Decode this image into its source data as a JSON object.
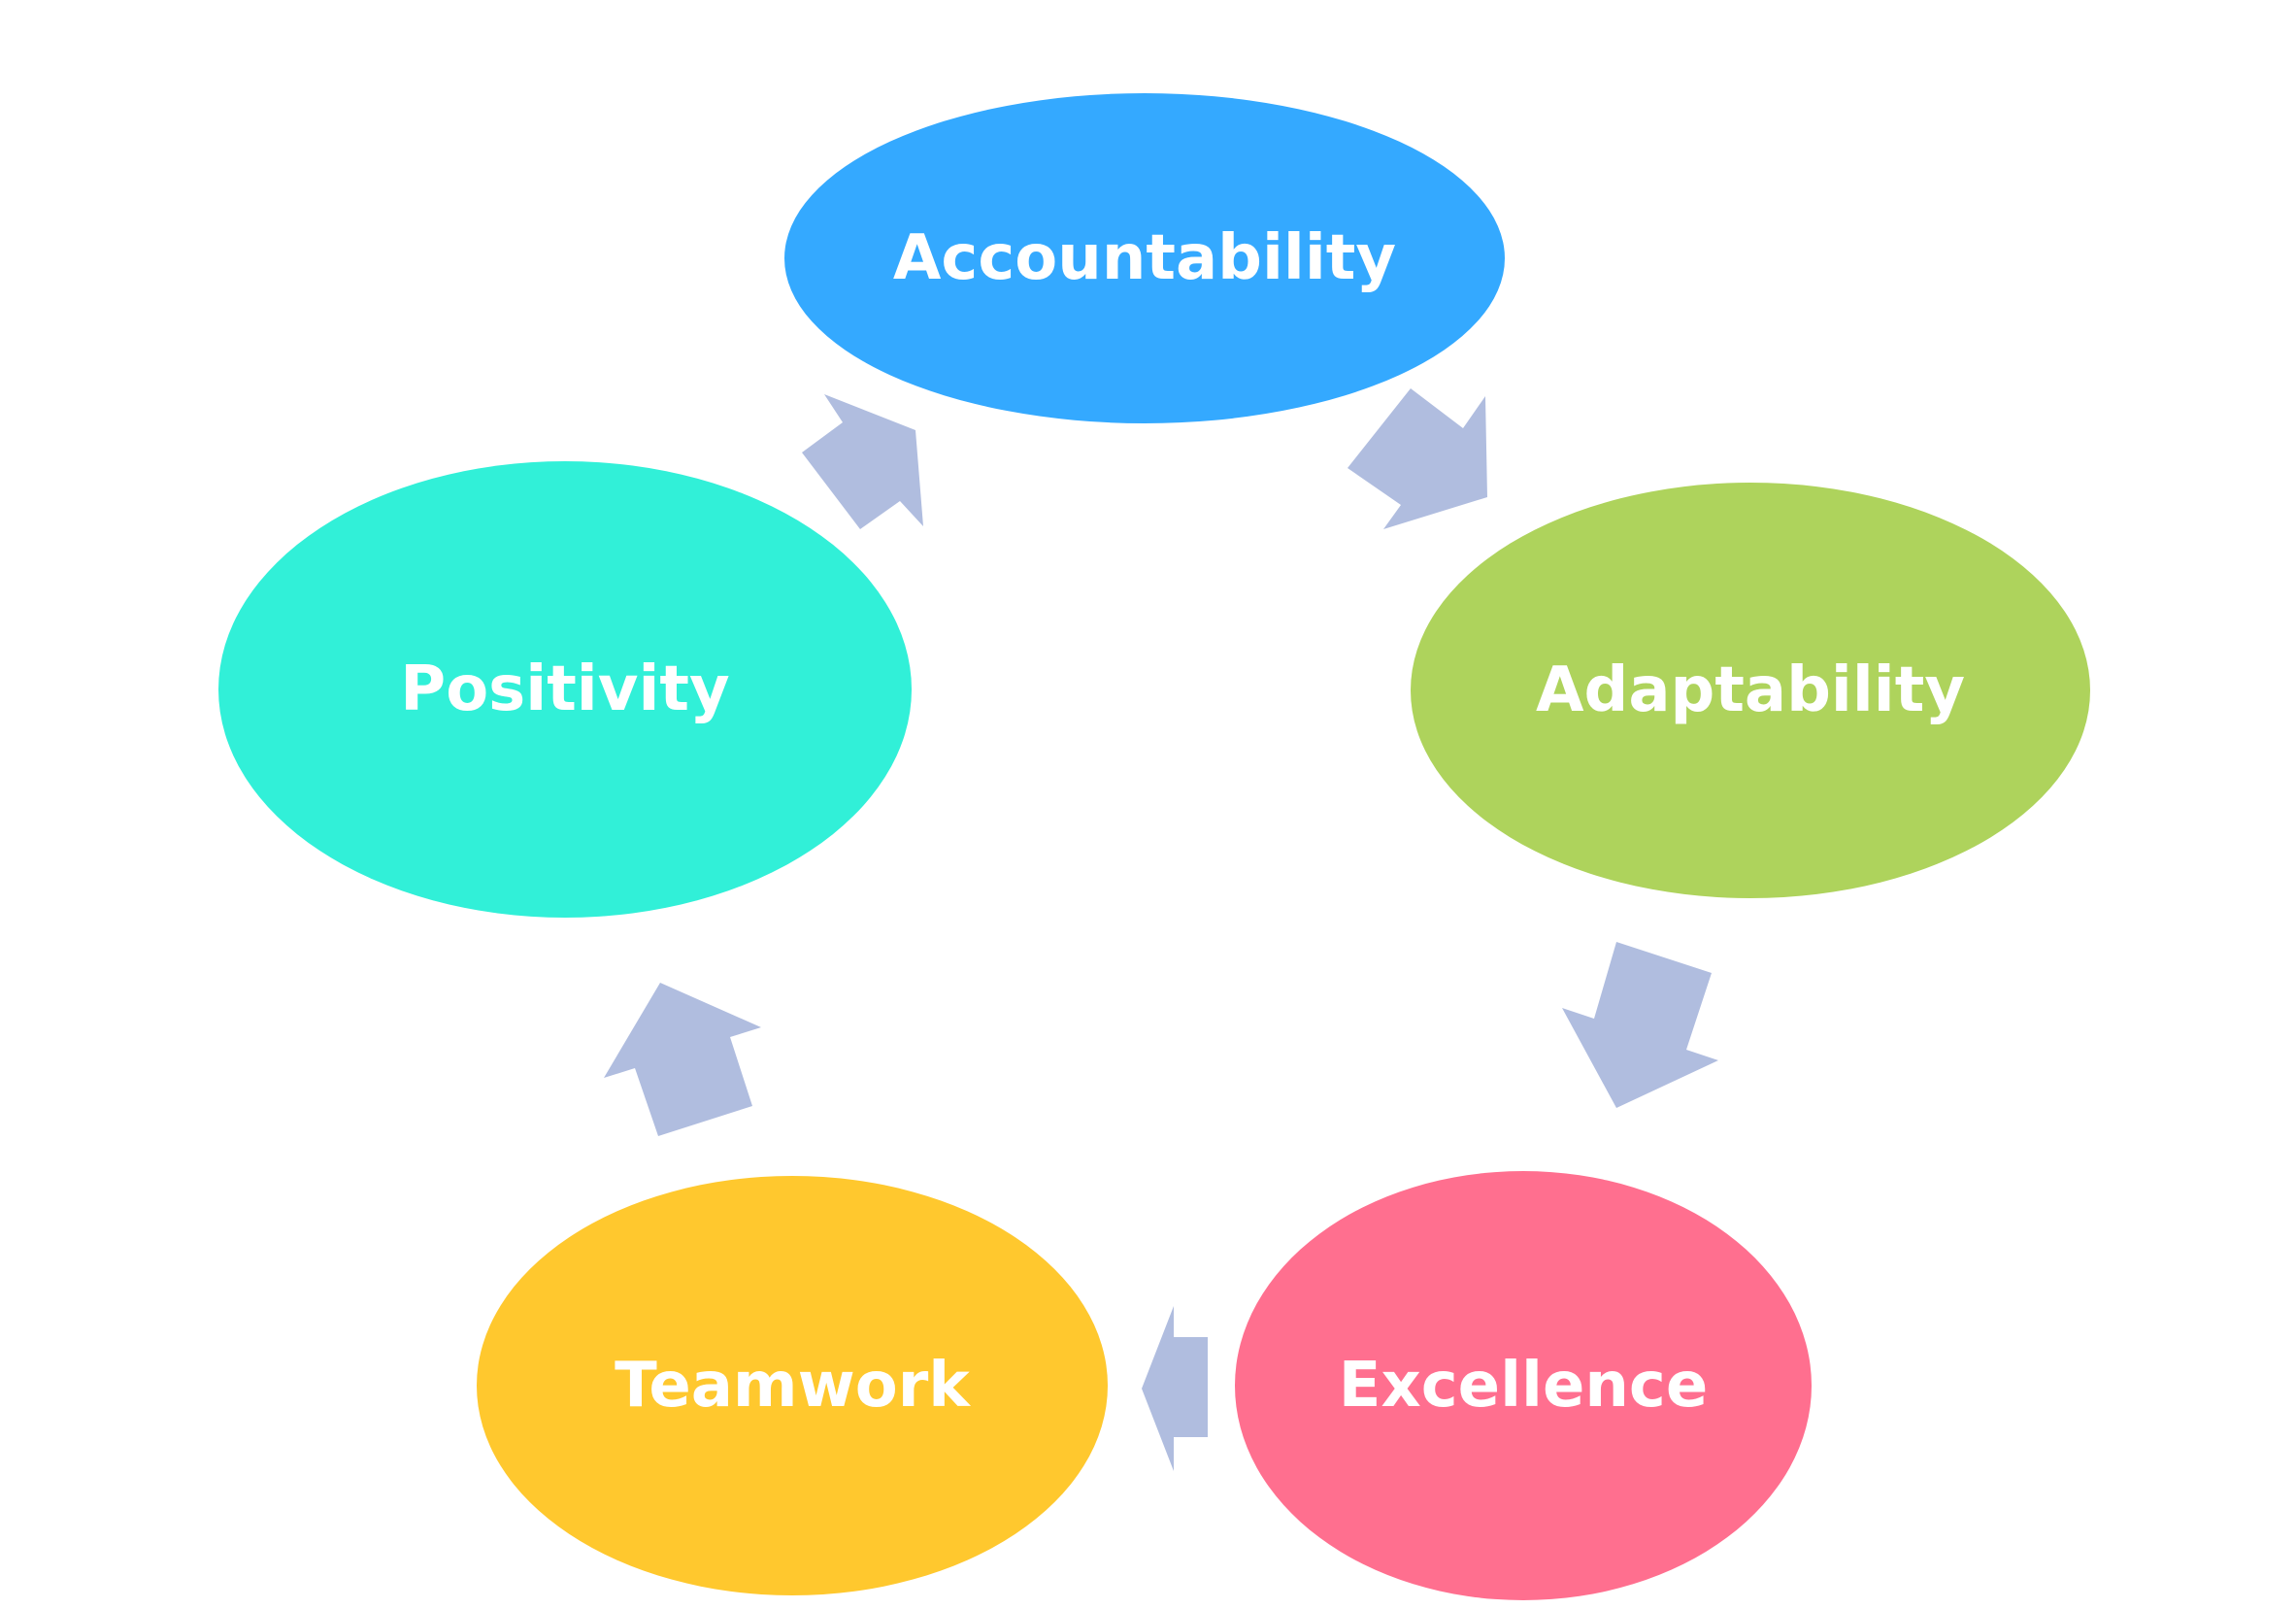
{
  "diagram": {
    "type": "cycle",
    "nodes": [
      {
        "id": "accountability",
        "label": "Accountability",
        "color": "#34A9FF"
      },
      {
        "id": "adaptability",
        "label": "Adaptability",
        "color": "#AED35C"
      },
      {
        "id": "excellence",
        "label": "Excellence",
        "color": "#FF6F8F"
      },
      {
        "id": "teamwork",
        "label": "Teamwork",
        "color": "#FFC82E"
      },
      {
        "id": "positivity",
        "label": "Positivity",
        "color": "#31F0D8"
      }
    ],
    "edges": [
      {
        "from": "accountability",
        "to": "adaptability"
      },
      {
        "from": "adaptability",
        "to": "excellence"
      },
      {
        "from": "excellence",
        "to": "teamwork"
      },
      {
        "from": "teamwork",
        "to": "positivity"
      },
      {
        "from": "positivity",
        "to": "accountability"
      }
    ],
    "arrow_color": "#B0BDDF"
  }
}
